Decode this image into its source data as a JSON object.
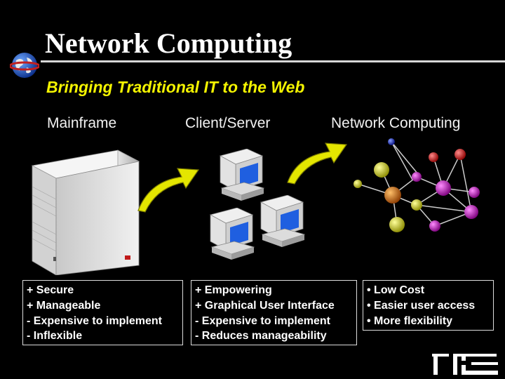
{
  "slide": {
    "title": "Network Computing",
    "subtitle": "Bringing Traditional IT to the Web",
    "columns": [
      {
        "heading": "Mainframe",
        "points": [
          "+ Secure",
          "+ Manageable",
          "- Expensive to implement",
          "- Inflexible"
        ]
      },
      {
        "heading": "Client/Server",
        "points": [
          "+ Empowering",
          "+ Graphical User Interface",
          "- Expensive to implement",
          "- Reduces manageability"
        ]
      },
      {
        "heading": "Network Computing",
        "points": [
          "• Low Cost",
          "• Easier user access",
          "• More flexibility"
        ]
      }
    ]
  },
  "icons": [
    "globe-icon",
    "mainframe-cabinet-image",
    "arrow-icon",
    "computer-terminal-icon",
    "molecule-network-image",
    "company-logo"
  ],
  "colors": {
    "background": "#000000",
    "subtitle": "#f4f400",
    "text": "#ffffff",
    "arrow": "#e4e600"
  }
}
